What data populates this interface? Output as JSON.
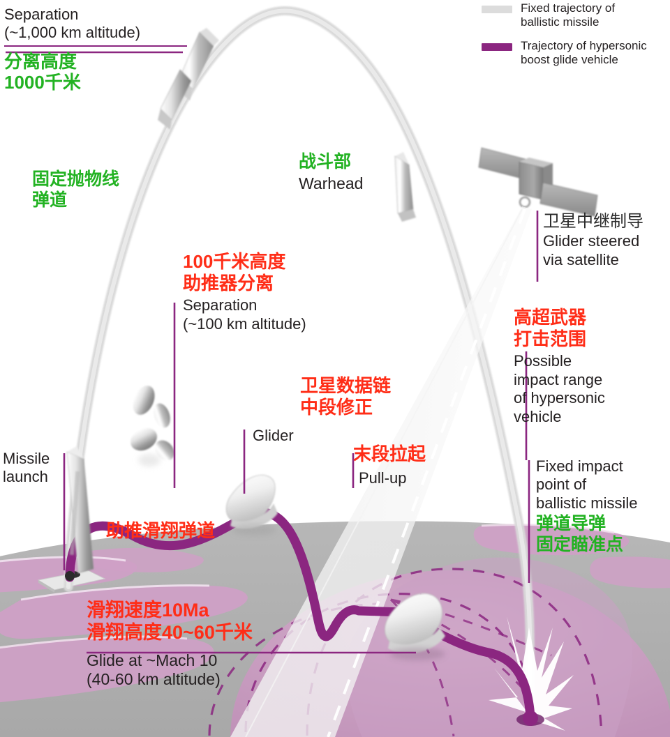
{
  "diagram": {
    "title": "Hypersonic boost glide vehicle vs ballistic missile trajectory",
    "colors": {
      "ballistic_trajectory": "#d9d9d9",
      "hypersonic_trajectory": "#8b2680",
      "chinese_green": "#22b222",
      "chinese_red": "#ff2d17",
      "english_text": "#231f20",
      "leader_line": "#8b2680",
      "earth_land": "#b0b0b0",
      "earth_region": "#cfa0c6",
      "satellite_body": "#9b9b9b"
    }
  },
  "legend": {
    "items": [
      {
        "swatch": "#dcdcdc",
        "label": "Fixed trajectory of\nballistic missile",
        "name": "legend-ballistic"
      },
      {
        "swatch": "#8b2680",
        "label": "Trajectory of hypersonic\nboost glide vehicle",
        "name": "legend-hypersonic"
      }
    ]
  },
  "annotations": {
    "separation_1000km": {
      "en": "Separation\n(~1,000 km altitude)",
      "cn": "分离高度\n1000千米"
    },
    "fixed_parabolic": {
      "cn": "固定抛物线\n弹道"
    },
    "warhead": {
      "cn": "战斗部",
      "en": "Warhead"
    },
    "separation_100km": {
      "cn": "100千米高度\n助推器分离",
      "en": "Separation\n(~100 km altitude)"
    },
    "satellite_guidance": {
      "cn": "卫星中继制导",
      "en": "Glider steered\nvia satellite"
    },
    "impact_range": {
      "cn": "高超武器\n打击范围",
      "en": "Possible\nimpact range\nof hypersonic\nvehicle"
    },
    "fixed_impact_point": {
      "en": "Fixed impact\npoint of\nballistic missile",
      "cn": "弹道导弹\n固定瞄准点"
    },
    "datalink_midcourse": {
      "cn": "卫星数据链\n中段修正"
    },
    "pull_up": {
      "cn": "末段拉起",
      "en": "Pull-up"
    },
    "glider": {
      "en": "Glider"
    },
    "missile_launch": {
      "en": "Missile\nlaunch"
    },
    "boost_glide_trajectory": {
      "cn": "助推滑翔弹道"
    },
    "glide_speed_altitude": {
      "cn": "滑翔速度10Ma\n滑翔高度40~60千米",
      "en": "Glide at ~Mach 10\n(40-60 km altitude)"
    }
  }
}
